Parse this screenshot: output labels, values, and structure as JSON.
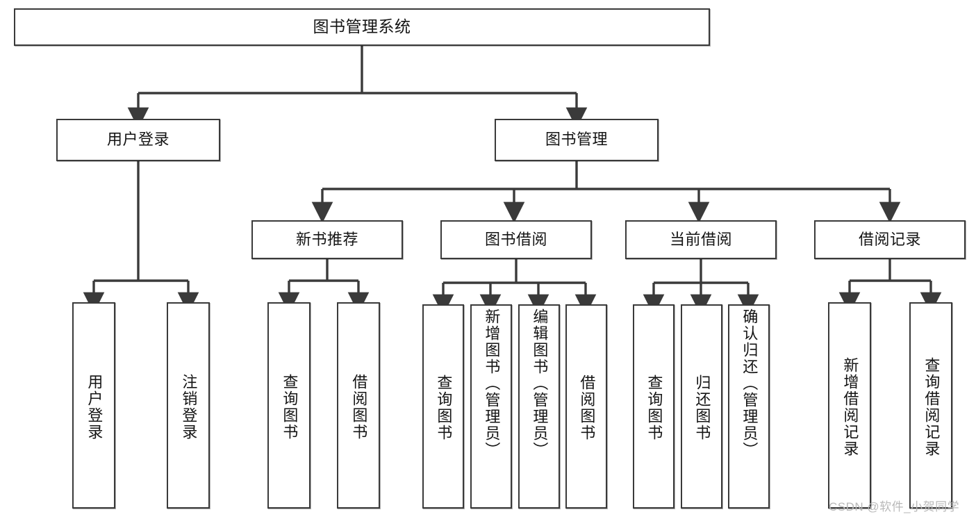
{
  "diagram": {
    "title_node": {
      "label": "图书管理系统"
    },
    "level2": [
      {
        "id": "user-login",
        "label": "用户登录"
      },
      {
        "id": "book-management",
        "label": "图书管理"
      }
    ],
    "level3": [
      {
        "id": "new-book-recommend",
        "label": "新书推荐"
      },
      {
        "id": "book-borrow",
        "label": "图书借阅"
      },
      {
        "id": "current-borrow",
        "label": "当前借阅"
      },
      {
        "id": "borrow-record",
        "label": "借阅记录"
      }
    ],
    "leaves": [
      {
        "id": "user-login-action",
        "label": "用户登录",
        "parent": "user-login"
      },
      {
        "id": "logout-action",
        "label": "注销登录",
        "parent": "user-login"
      },
      {
        "id": "query-book-rec",
        "label": "查询图书",
        "parent": "new-book-recommend"
      },
      {
        "id": "borrow-book-rec",
        "label": "借阅图书",
        "parent": "new-book-recommend"
      },
      {
        "id": "query-book-borrow",
        "label": "查询图书",
        "parent": "book-borrow"
      },
      {
        "id": "add-book-admin",
        "label": "新增图书（管理员）",
        "parent": "book-borrow"
      },
      {
        "id": "edit-book-admin",
        "label": "编辑图书（管理员）",
        "parent": "book-borrow"
      },
      {
        "id": "borrow-book",
        "label": "借阅图书",
        "parent": "book-borrow"
      },
      {
        "id": "query-book-current",
        "label": "查询图书",
        "parent": "current-borrow"
      },
      {
        "id": "return-book",
        "label": "归还图书",
        "parent": "current-borrow"
      },
      {
        "id": "confirm-return-admin",
        "label": "确认归还（管理员）",
        "parent": "current-borrow"
      },
      {
        "id": "add-borrow-record",
        "label": "新增借阅记录",
        "parent": "borrow-record"
      },
      {
        "id": "query-borrow-record",
        "label": "查询借阅记录",
        "parent": "borrow-record"
      }
    ],
    "watermark": "CSDN @软件_小贺同学",
    "colors": {
      "border": "#3a3a3a",
      "background": "#ffffff",
      "text": "#141414",
      "connector": "#3a3a3a",
      "watermark": "#b9b9b9"
    }
  }
}
